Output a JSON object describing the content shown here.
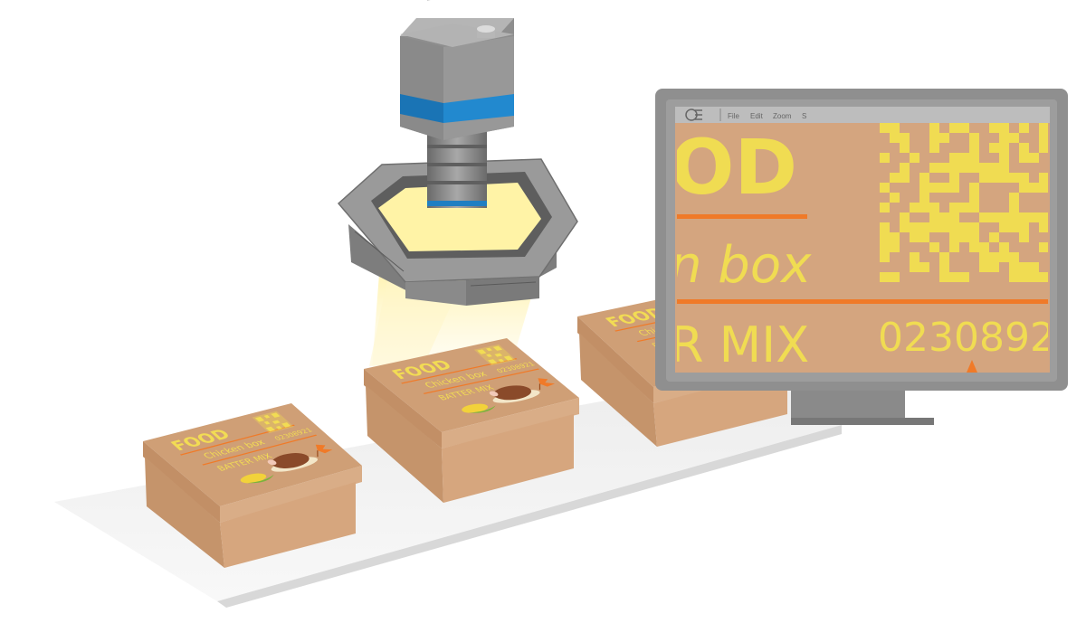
{
  "colors": {
    "box_front": "#d6a67e",
    "box_top": "#cf9f76",
    "box_text": "#f2dc54",
    "accent_orange": "#f07a28",
    "camera_body": "#8e8e8e",
    "camera_band": "#1f7fc2",
    "conveyor": "#e6e6e6",
    "monitor_frame": "#8f8f8f",
    "screen_bg": "#d4a57f",
    "light_beam": "#fff3b0"
  },
  "icons": [
    "camera-icon",
    "ring-light-icon",
    "monitor-icon",
    "app-logo-icon",
    "corn-icon",
    "roast-chicken-icon",
    "leaf-icon"
  ],
  "box_label": {
    "title": "FOOD",
    "subtitle": "Chicken box",
    "product": "BATTER MIX",
    "code": "02308921"
  },
  "monitor": {
    "logo": "CE",
    "menu": [
      "File",
      "Edit",
      "Zoom",
      "S"
    ],
    "zoom_title": "OD",
    "zoom_subtitle": "n box",
    "zoom_product": "R MIX",
    "zoom_code": "0230892"
  }
}
